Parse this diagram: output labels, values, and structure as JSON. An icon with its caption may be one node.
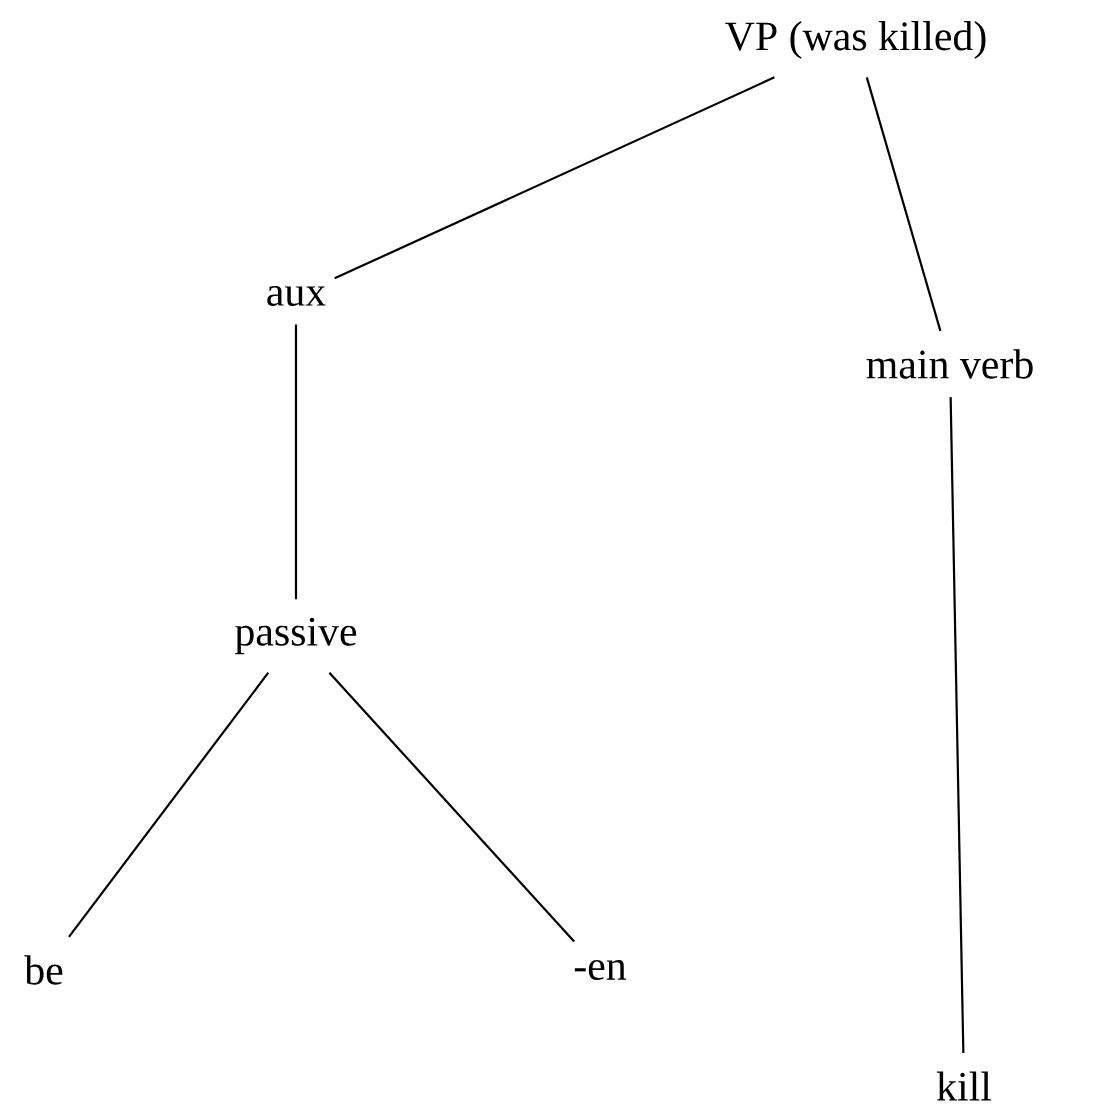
{
  "diagram": {
    "nodes": [
      {
        "text": [
          "VP (was killed)"
        ]
      },
      {
        "text": [
          "aux"
        ]
      },
      {
        "text": [
          "main verb"
        ]
      },
      {
        "text": [
          "passive"
        ]
      },
      {
        "text": [
          "be"
        ]
      },
      {
        "text": [
          "-en"
        ]
      },
      {
        "text": [
          "kill"
        ]
      }
    ],
    "edges": [
      {
        "from": 0,
        "to": 1,
        "arrow": "none"
      },
      {
        "from": 0,
        "to": 2,
        "arrow": "none"
      },
      {
        "from": 1,
        "to": 3,
        "arrow": "none"
      },
      {
        "from": 2,
        "to": 6,
        "arrow": "none"
      },
      {
        "from": 3,
        "to": 4,
        "arrow": "none"
      },
      {
        "from": 3,
        "to": 5,
        "arrow": "none"
      }
    ]
  }
}
